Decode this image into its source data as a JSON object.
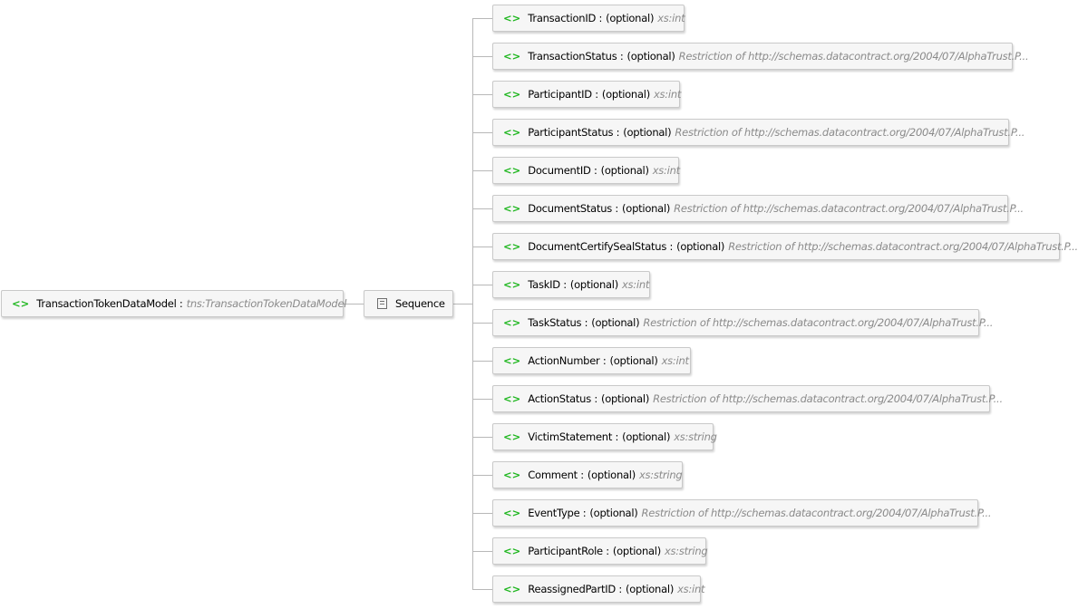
{
  "root": {
    "tag": "<>",
    "name": "TransactionTokenDataModel :",
    "type": "tns:TransactionTokenDataModel"
  },
  "sequence": {
    "icon": "sequence-icon",
    "label": "Sequence"
  },
  "elements": [
    {
      "name": "TransactionID :",
      "opt": "(optional)",
      "type": "xs:int"
    },
    {
      "name": "TransactionStatus :",
      "opt": "(optional)",
      "type": "Restriction of http://schemas.datacontract.org/2004/07/AlphaTrust.P..."
    },
    {
      "name": "ParticipantID :",
      "opt": "(optional)",
      "type": "xs:int"
    },
    {
      "name": "ParticipantStatus :",
      "opt": "(optional)",
      "type": "Restriction of http://schemas.datacontract.org/2004/07/AlphaTrust.P..."
    },
    {
      "name": "DocumentID :",
      "opt": "(optional)",
      "type": "xs:int"
    },
    {
      "name": "DocumentStatus :",
      "opt": "(optional)",
      "type": "Restriction of http://schemas.datacontract.org/2004/07/AlphaTrust.P..."
    },
    {
      "name": "DocumentCertifySealStatus :",
      "opt": "(optional)",
      "type": "Restriction of http://schemas.datacontract.org/2004/07/AlphaTrust.P..."
    },
    {
      "name": "TaskID :",
      "opt": "(optional)",
      "type": "xs:int"
    },
    {
      "name": "TaskStatus :",
      "opt": "(optional)",
      "type": "Restriction of http://schemas.datacontract.org/2004/07/AlphaTrust.P..."
    },
    {
      "name": "ActionNumber :",
      "opt": "(optional)",
      "type": "xs:int"
    },
    {
      "name": "ActionStatus :",
      "opt": "(optional)",
      "type": "Restriction of http://schemas.datacontract.org/2004/07/AlphaTrust.P..."
    },
    {
      "name": "VictimStatement :",
      "opt": "(optional)",
      "type": "xs:string"
    },
    {
      "name": "Comment :",
      "opt": "(optional)",
      "type": "xs:string"
    },
    {
      "name": "EventType :",
      "opt": "(optional)",
      "type": "Restriction of http://schemas.datacontract.org/2004/07/AlphaTrust.P..."
    },
    {
      "name": "ParticipantRole :",
      "opt": "(optional)",
      "type": "xs:string"
    },
    {
      "name": "ReassignedPartID :",
      "opt": "(optional)",
      "type": "xs:int"
    }
  ],
  "element_tag": "<>"
}
